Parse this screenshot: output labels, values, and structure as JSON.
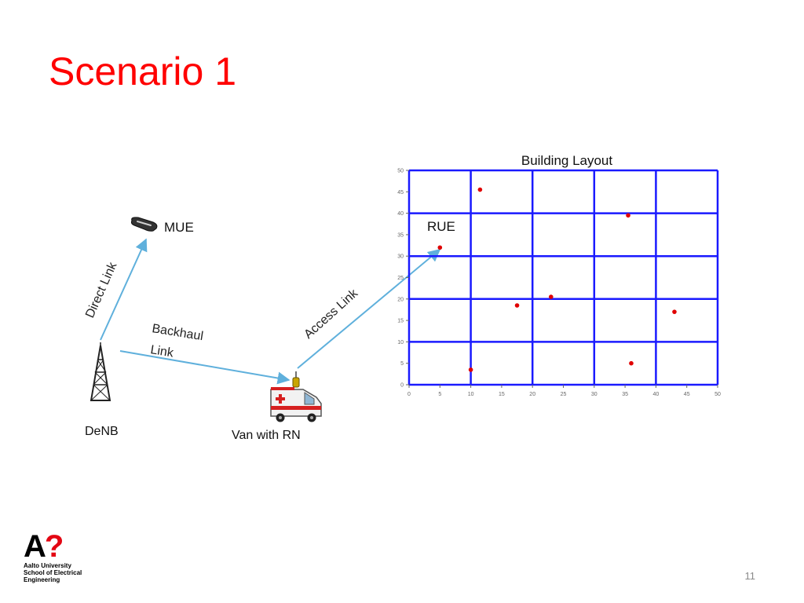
{
  "slide": {
    "title": "Scenario 1",
    "page_number": "11",
    "colors": {
      "title": "#ff0000",
      "arrow": "#5fb0dc",
      "grid": "#1a1aff",
      "points": "#e00000"
    }
  },
  "diagram": {
    "nodes": {
      "denb": {
        "label": "DeNB",
        "icon": "cell-tower-icon"
      },
      "mue": {
        "label": "MUE",
        "icon": "mobile-phone-icon"
      },
      "van": {
        "label": "Van with RN",
        "icon": "ambulance-van-icon"
      },
      "rue": {
        "label": "RUE"
      }
    },
    "links": {
      "direct": "Direct Link",
      "backhaul_line1": "Backhaul",
      "backhaul_line2": "Link",
      "access": "Access Link"
    }
  },
  "chart_data": {
    "type": "scatter",
    "title": "Building Layout",
    "xlabel": "",
    "ylabel": "",
    "xlim": [
      0,
      50
    ],
    "ylim": [
      0,
      50
    ],
    "x_ticks": [
      0,
      5,
      10,
      15,
      20,
      25,
      30,
      35,
      40,
      45,
      50
    ],
    "y_ticks": [
      0,
      5,
      10,
      15,
      20,
      25,
      30,
      35,
      40,
      45,
      50
    ],
    "grid_lines": [
      0,
      10,
      20,
      30,
      40,
      50
    ],
    "grid": true,
    "points": [
      {
        "x": 11.5,
        "y": 45.5
      },
      {
        "x": 35.5,
        "y": 39.5
      },
      {
        "x": 5.0,
        "y": 32.0
      },
      {
        "x": 23.0,
        "y": 20.5
      },
      {
        "x": 17.5,
        "y": 18.5
      },
      {
        "x": 43.0,
        "y": 17.0
      },
      {
        "x": 36.0,
        "y": 5.0
      },
      {
        "x": 10.0,
        "y": 3.5
      }
    ]
  },
  "logo": {
    "mark_a": "A",
    "mark_q": "?",
    "line1": "Aalto University",
    "line2": "School of Electrical",
    "line3": "Engineering"
  }
}
